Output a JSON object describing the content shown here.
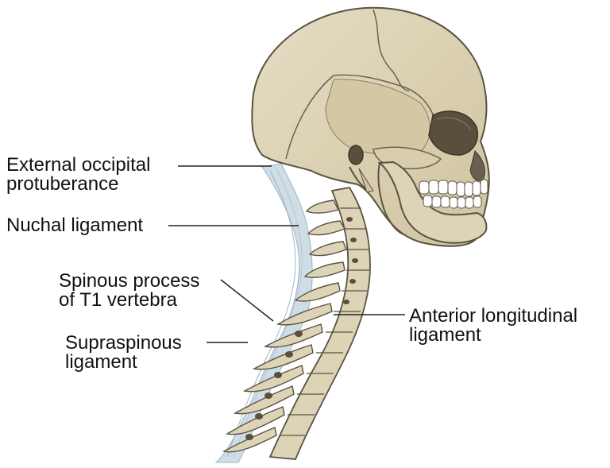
{
  "labels": {
    "external_occipital": {
      "line1": "External occipital",
      "line2": "protuberance"
    },
    "nuchal": {
      "line1": "Nuchal ligament"
    },
    "spinous": {
      "line1": "Spinous process",
      "line2": "of T1 vertebra"
    },
    "supraspinous": {
      "line1": "Supraspinous",
      "line2": "ligament"
    },
    "anterior": {
      "line1": "Anterior longitudinal",
      "line2": "ligament"
    }
  },
  "colors": {
    "bone": "#ddd3b6",
    "bone_shadow": "#c6b994",
    "bone_outline": "#5b5242",
    "ligament": "#cfdde6",
    "ligament_line": "#9fb3c2",
    "leader": "#222222"
  }
}
